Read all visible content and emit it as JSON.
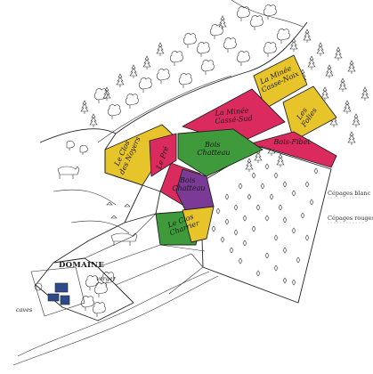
{
  "colors": {
    "yellow": "#e7c52a",
    "crimson": "#db2a5e",
    "green": "#3e9a3a",
    "purple": "#7a3a96",
    "blue_buildings": "#2d4a8a",
    "ink": "#222222"
  },
  "plots": [
    {
      "id": "minee-casse-noix",
      "label_lines": [
        "La Minée",
        "Casse-Noix"
      ],
      "color": "yellow"
    },
    {
      "id": "les-folies",
      "label_lines": [
        "Les",
        "Folies"
      ],
      "color": "yellow"
    },
    {
      "id": "minee-casse-sud",
      "label_lines": [
        "La Minée",
        "Cassé-Sud"
      ],
      "color": "crimson"
    },
    {
      "id": "bois-fibet",
      "label_lines": [
        "Bois-Fibet"
      ],
      "color": "crimson"
    },
    {
      "id": "bois-chatteau-upper",
      "label_lines": [
        "Bois",
        "Chatteau"
      ],
      "color": "green"
    },
    {
      "id": "bois-chatteau-lower",
      "label_lines": [
        "Bois",
        "Chatteau"
      ],
      "color": "crimson"
    },
    {
      "id": "clos-des-noyers",
      "label_lines": [
        "Le Clos",
        "des Noyers"
      ],
      "color": "yellow"
    },
    {
      "id": "le-pre",
      "label_lines": [
        "Le Pré"
      ],
      "color": "crimson"
    },
    {
      "id": "clos-charrier",
      "label_lines": [
        "Le Clos",
        "Charrier"
      ],
      "color": "green"
    }
  ],
  "estate": {
    "name": "DOMAINE",
    "caves": "caves",
    "verger": "verger"
  },
  "legend": [
    {
      "label": "Cépages blanc",
      "color": "yellow"
    },
    {
      "label": "Cépages rouges",
      "color": "crimson"
    }
  ]
}
